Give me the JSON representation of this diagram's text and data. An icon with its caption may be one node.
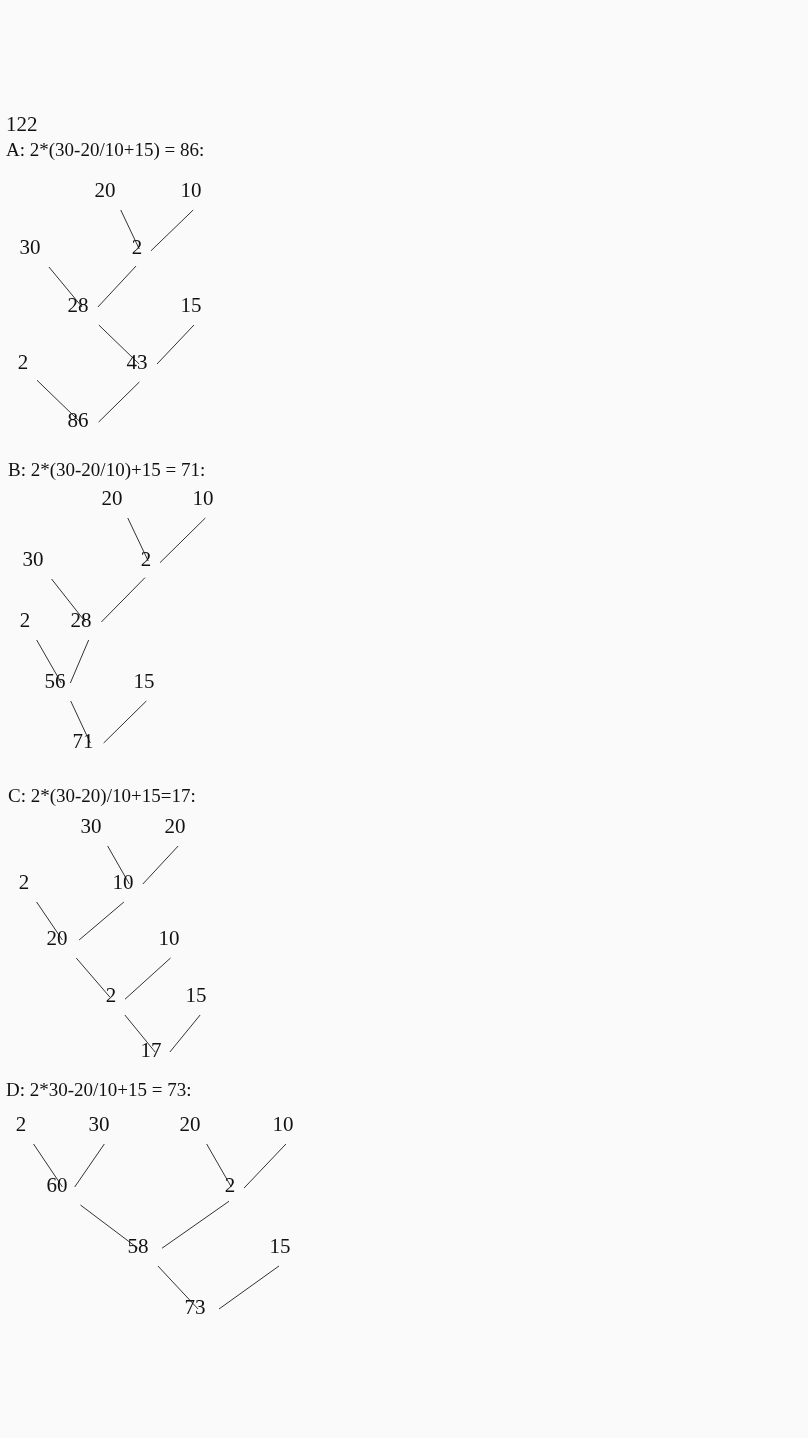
{
  "diagram": {
    "title": "122",
    "nodes": [
      {
        "text": [
          "20"
        ]
      },
      {
        "text": [
          "10"
        ]
      },
      {
        "text": [
          "30"
        ]
      },
      {
        "text": [
          "2"
        ]
      },
      {
        "text": [
          "28"
        ]
      },
      {
        "text": [
          "15"
        ]
      },
      {
        "text": [
          "2"
        ]
      },
      {
        "text": [
          "43"
        ]
      },
      {
        "text": [
          "86"
        ]
      },
      {
        "text": [
          "20"
        ]
      },
      {
        "text": [
          "10"
        ]
      },
      {
        "text": [
          "30"
        ]
      },
      {
        "text": [
          "2"
        ]
      },
      {
        "text": [
          "2"
        ]
      },
      {
        "text": [
          "28"
        ]
      },
      {
        "text": [
          "56"
        ]
      },
      {
        "text": [
          "15"
        ]
      },
      {
        "text": [
          "71"
        ]
      },
      {
        "text": [
          "30"
        ]
      },
      {
        "text": [
          "20"
        ]
      },
      {
        "text": [
          "2"
        ]
      },
      {
        "text": [
          "10"
        ]
      },
      {
        "text": [
          "20"
        ]
      },
      {
        "text": [
          "10"
        ]
      },
      {
        "text": [
          "2"
        ]
      },
      {
        "text": [
          "15"
        ]
      },
      {
        "text": [
          "17"
        ]
      },
      {
        "text": [
          "2"
        ]
      },
      {
        "text": [
          "30"
        ]
      },
      {
        "text": [
          "20"
        ]
      },
      {
        "text": [
          "10"
        ]
      },
      {
        "text": [
          "60"
        ]
      },
      {
        "text": [
          "2"
        ]
      },
      {
        "text": [
          "58"
        ]
      },
      {
        "text": [
          "15"
        ]
      },
      {
        "text": [
          "73"
        ]
      }
    ],
    "edges": [
      {
        "from": 0,
        "to": 3,
        "arrow": "none"
      },
      {
        "from": 1,
        "to": 3,
        "arrow": "none"
      },
      {
        "from": 2,
        "to": 4,
        "arrow": "none"
      },
      {
        "from": 3,
        "to": 4,
        "arrow": "none"
      },
      {
        "from": 4,
        "to": 7,
        "arrow": "none"
      },
      {
        "from": 5,
        "to": 7,
        "arrow": "none"
      },
      {
        "from": 6,
        "to": 8,
        "arrow": "none"
      },
      {
        "from": 7,
        "to": 8,
        "arrow": "none"
      },
      {
        "from": 9,
        "to": 12,
        "arrow": "none"
      },
      {
        "from": 10,
        "to": 12,
        "arrow": "none"
      },
      {
        "from": 11,
        "to": 14,
        "arrow": "none"
      },
      {
        "from": 12,
        "to": 14,
        "arrow": "none"
      },
      {
        "from": 13,
        "to": 15,
        "arrow": "none"
      },
      {
        "from": 14,
        "to": 15,
        "arrow": "none"
      },
      {
        "from": 15,
        "to": 17,
        "arrow": "none"
      },
      {
        "from": 16,
        "to": 17,
        "arrow": "none"
      },
      {
        "from": 18,
        "to": 21,
        "arrow": "none"
      },
      {
        "from": 19,
        "to": 21,
        "arrow": "none"
      },
      {
        "from": 20,
        "to": 22,
        "arrow": "none"
      },
      {
        "from": 21,
        "to": 22,
        "arrow": "none"
      },
      {
        "from": 22,
        "to": 24,
        "arrow": "none"
      },
      {
        "from": 23,
        "to": 24,
        "arrow": "none"
      },
      {
        "from": 24,
        "to": 26,
        "arrow": "none"
      },
      {
        "from": 25,
        "to": 26,
        "arrow": "none"
      },
      {
        "from": 27,
        "to": 31,
        "arrow": "none"
      },
      {
        "from": 28,
        "to": 31,
        "arrow": "none"
      },
      {
        "from": 29,
        "to": 32,
        "arrow": "none"
      },
      {
        "from": 30,
        "to": 32,
        "arrow": "none"
      },
      {
        "from": 31,
        "to": 33,
        "arrow": "none"
      },
      {
        "from": 32,
        "to": 33,
        "arrow": "none"
      },
      {
        "from": 33,
        "to": 35,
        "arrow": "none"
      },
      {
        "from": 34,
        "to": 35,
        "arrow": "none"
      }
    ],
    "labels": [
      "A: 2*(30-20/10+15) = 86:",
      "B: 2*(30-20/10)+15 = 71:",
      "C: 2*(30-20)/10+15=17:",
      "D: 2*30-20/10+15 = 73:"
    ]
  }
}
